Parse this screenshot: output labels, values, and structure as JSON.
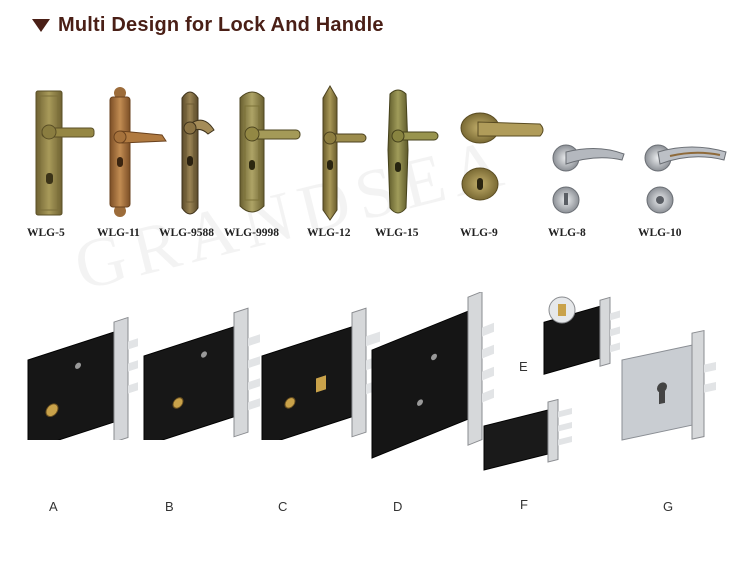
{
  "title": "Multi Design for Lock And Handle",
  "watermark": "GRANDSEA",
  "handles": [
    {
      "model": "WLG-5"
    },
    {
      "model": "WLG-11"
    },
    {
      "model": "WLG-9588"
    },
    {
      "model": "WLG-9998"
    },
    {
      "model": "WLG-12"
    },
    {
      "model": "WLG-15"
    },
    {
      "model": "WLG-9"
    },
    {
      "model": "WLG-8"
    },
    {
      "model": "WLG-10"
    }
  ],
  "locks": [
    {
      "letter": "A"
    },
    {
      "letter": "B"
    },
    {
      "letter": "C"
    },
    {
      "letter": "D"
    },
    {
      "letter": "E"
    },
    {
      "letter": "F"
    },
    {
      "letter": "G"
    }
  ],
  "colors": {
    "title": "#4a1f16",
    "bronze": "#8a7a3c",
    "copper": "#a5743c",
    "chrome": "#b8bcc2",
    "lock_body": "#141414",
    "faceplate": "#d8dadd"
  }
}
